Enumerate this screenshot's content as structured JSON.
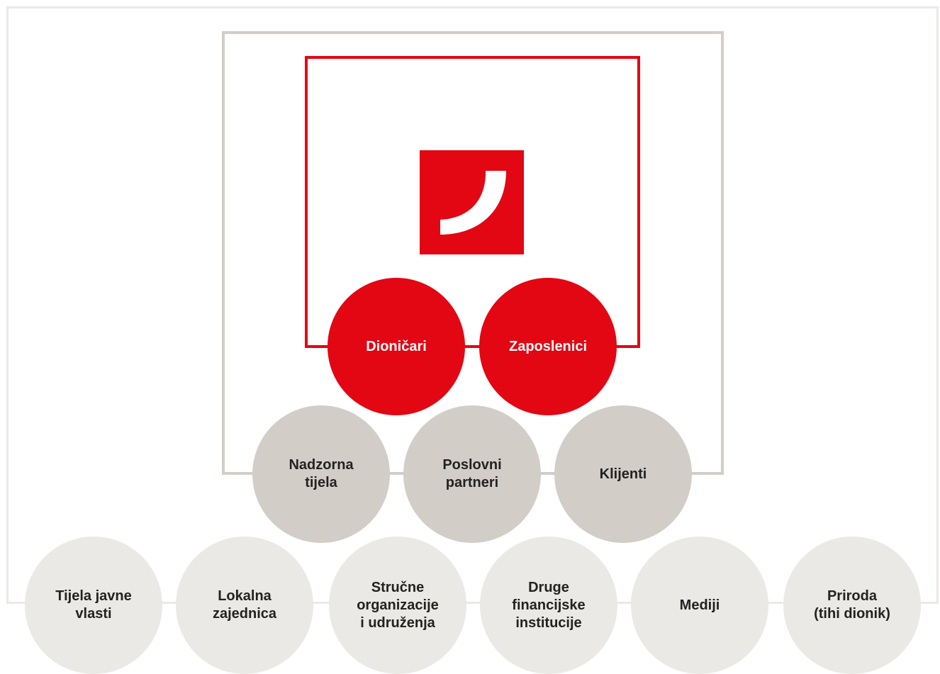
{
  "colors": {
    "brand_red": "#e30613",
    "core_grey": "#d3cdc8",
    "outer_grey": "#ebe9e5",
    "text_dark": "#222222",
    "text_light": "#ffffff"
  },
  "logo": {
    "icon": "brand-logo-icon"
  },
  "inner_ring": [
    "Dioničari",
    "Zaposlenici"
  ],
  "middle_ring": [
    "Nadzorna\ntijela",
    "Poslovni\npartneri",
    "Klijenti"
  ],
  "outer_ring": [
    "Tijela javne\nvlasti",
    "Lokalna\nzajednica",
    "Stručne\norganizacije\ni udruženja",
    "Druge\nfinancijske\ninstitucije",
    "Mediji",
    "Priroda\n(tihi dionik)"
  ]
}
